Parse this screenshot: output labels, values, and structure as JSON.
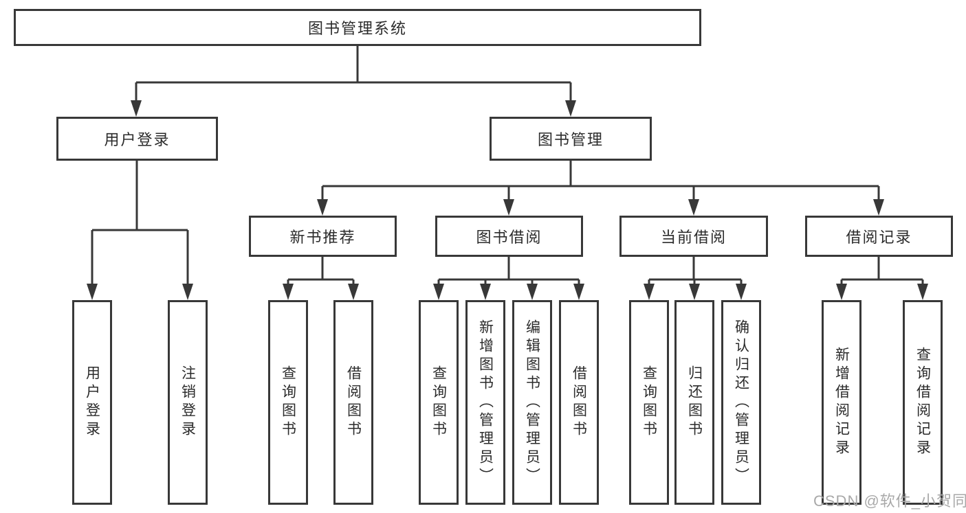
{
  "diagram": {
    "root": {
      "label": "图书管理系统"
    },
    "level2": [
      {
        "id": "user-login",
        "label": "用户登录"
      },
      {
        "id": "book-management",
        "label": "图书管理"
      }
    ],
    "level3": [
      {
        "id": "new-book-recommend",
        "label": "新书推荐",
        "parent": "图书管理"
      },
      {
        "id": "book-borrow",
        "label": "图书借阅",
        "parent": "图书管理"
      },
      {
        "id": "current-borrow",
        "label": "当前借阅",
        "parent": "图书管理"
      },
      {
        "id": "borrow-record",
        "label": "借阅记录",
        "parent": "图书管理"
      }
    ],
    "leaves": [
      {
        "label": "用户登录",
        "parent": "用户登录"
      },
      {
        "label": "注销登录",
        "parent": "用户登录"
      },
      {
        "label": "查询图书",
        "parent": "新书推荐"
      },
      {
        "label": "借阅图书",
        "parent": "新书推荐"
      },
      {
        "label": "查询图书",
        "parent": "图书借阅"
      },
      {
        "label": "新增图书（管理员）",
        "parent": "图书借阅"
      },
      {
        "label": "编辑图书（管理员）",
        "parent": "图书借阅"
      },
      {
        "label": "借阅图书",
        "parent": "图书借阅"
      },
      {
        "label": "查询图书",
        "parent": "当前借阅"
      },
      {
        "label": "归还图书",
        "parent": "当前借阅"
      },
      {
        "label": "确认归还（管理员）",
        "parent": "当前借阅"
      },
      {
        "label": "新增借阅记录",
        "parent": "借阅记录"
      },
      {
        "label": "查询借阅记录",
        "parent": "借阅记录"
      }
    ]
  },
  "watermark": "CSDN @软件_小贺同学",
  "colors": {
    "line": "#383838",
    "border": "#383838",
    "text": "#2b2b2b",
    "watermark": "#a9a9a9",
    "background": "#ffffff"
  }
}
